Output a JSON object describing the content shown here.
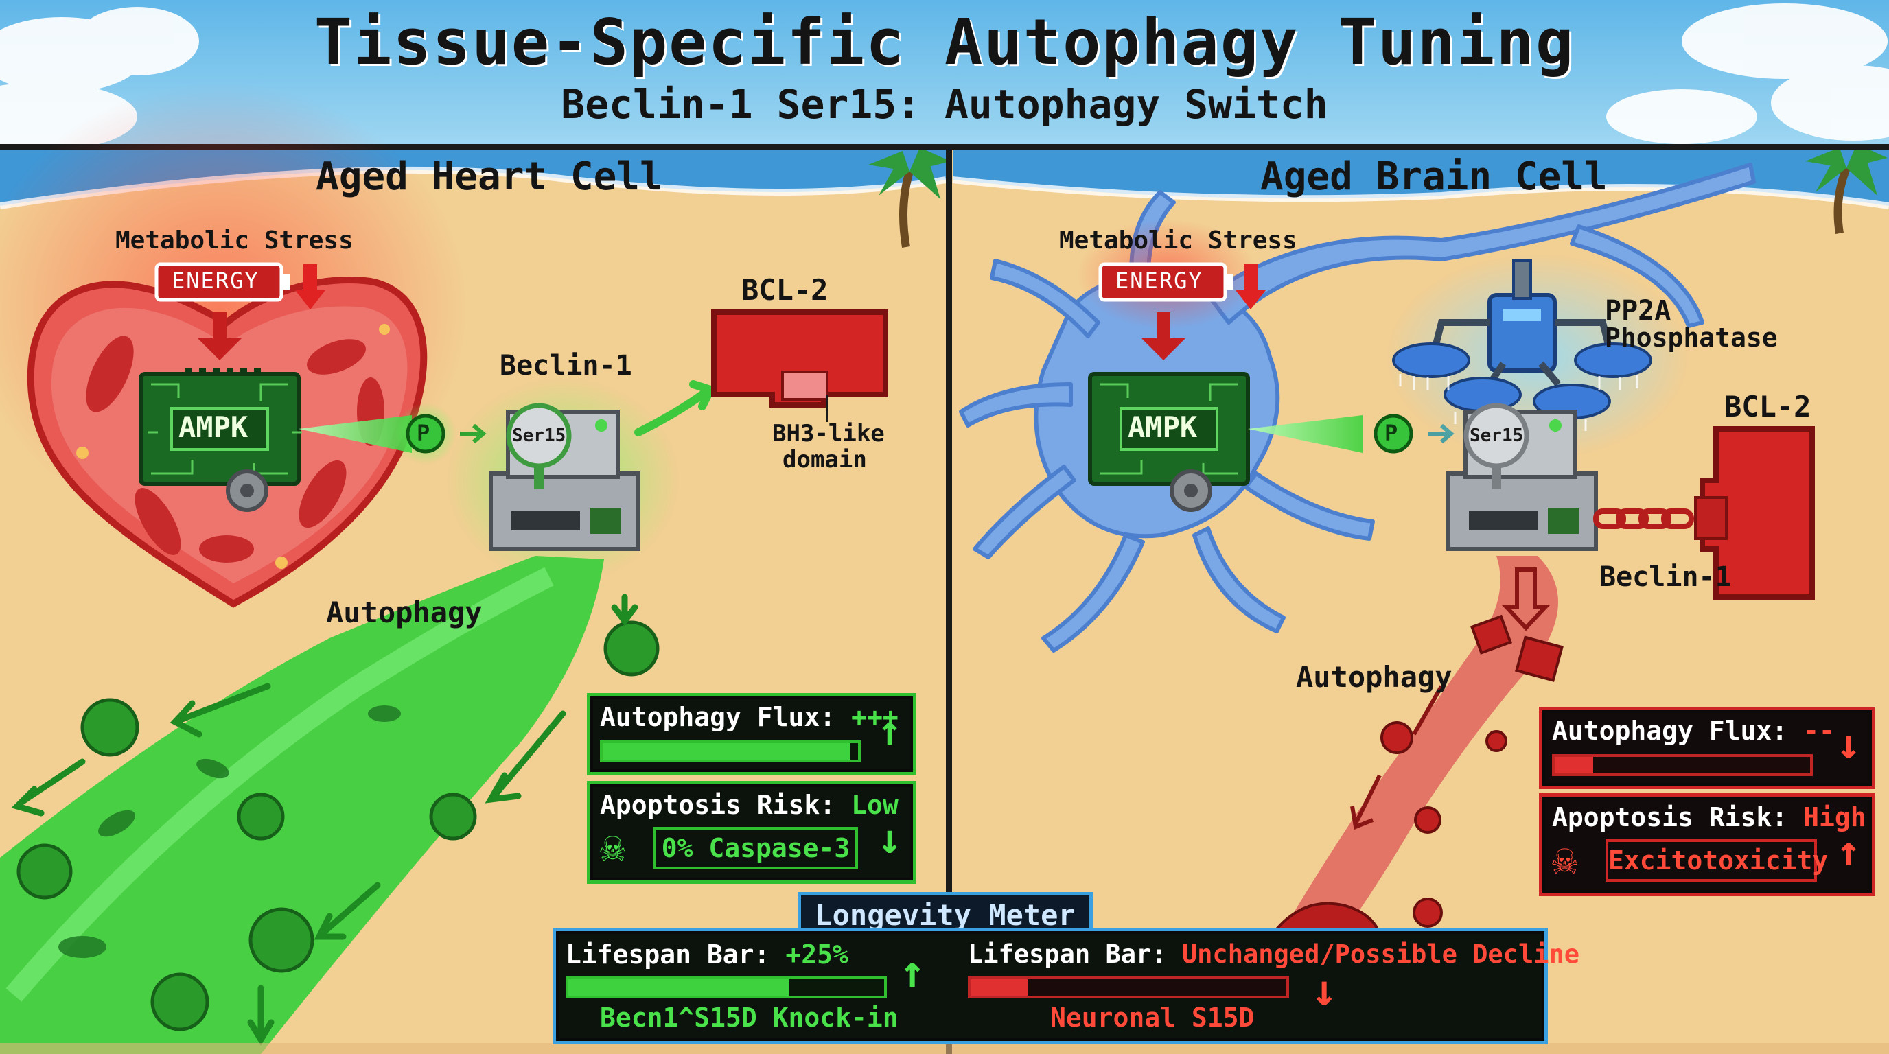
{
  "header": {
    "title": "Tissue-Specific Autophagy Tuning",
    "subtitle": "Beclin-1 Ser15: Autophagy Switch"
  },
  "left_panel": {
    "title": "Aged Heart Cell",
    "stress_label": "Metabolic Stress",
    "energy_label": "ENERGY",
    "ampk_label": "AMPK",
    "phospho_label": "P",
    "beclin_label": "Beclin-1",
    "ser_label": "Ser15",
    "bcl2_label": "BCL-2",
    "bh3_label_1": "BH3-like",
    "bh3_label_2": "domain",
    "autophagy_label": "Autophagy",
    "flux_label": "Autophagy Flux:",
    "flux_value": "+++",
    "flux_level": 0.97,
    "apoptosis_label": "Apoptosis Risk:",
    "apoptosis_value": "Low",
    "caspase_label": "0% Caspase-3"
  },
  "right_panel": {
    "title": "Aged Brain Cell",
    "stress_label": "Metabolic Stress",
    "energy_label": "ENERGY",
    "ampk_label": "AMPK",
    "phospho_label": "P",
    "ser_label": "Ser15",
    "pp2a_label_1": "PP2A",
    "pp2a_label_2": "Phosphatase",
    "bcl2_label": "BCL-2",
    "beclin_label": "Beclin-1",
    "autophagy_label": "Autophagy",
    "flux_label": "Autophagy Flux:",
    "flux_value": "--",
    "flux_level": 0.15,
    "apoptosis_label": "Apoptosis Risk:",
    "apoptosis_value": "High",
    "excito_label": "Excitotoxicity"
  },
  "longevity": {
    "title": "Longevity Meter",
    "left_label": "Lifespan Bar:",
    "left_value": "+25%",
    "left_level": 0.7,
    "left_caption": "Becn1^S15D Knock-in",
    "right_label": "Lifespan Bar:",
    "right_value": "Unchanged/Possible Decline",
    "right_level": 0.18,
    "right_caption": "Neuronal S15D"
  },
  "colors": {
    "sky": "#6ec0ea",
    "sand": "#f2cf93",
    "green": "#3ed23e",
    "red": "#e03030",
    "neuron_blue": "#6f9fe0"
  }
}
